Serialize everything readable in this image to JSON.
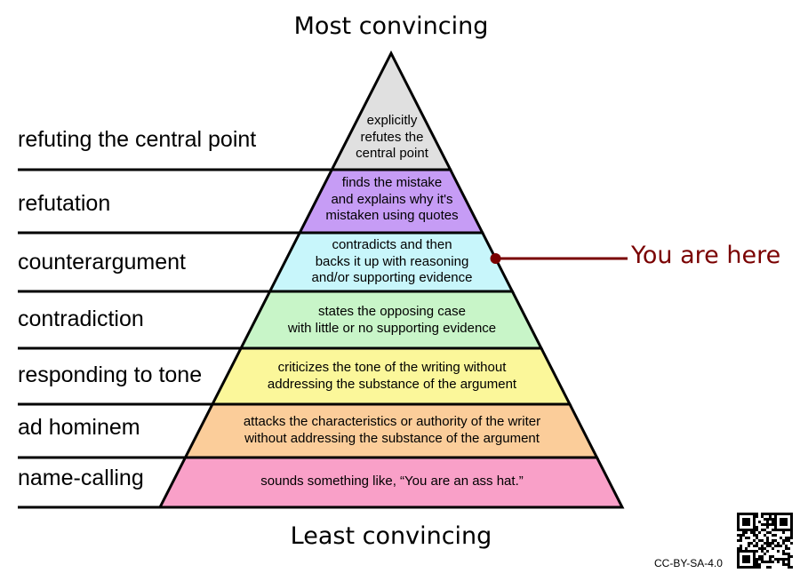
{
  "top_title": "Most convincing",
  "bottom_title": "Least convincing",
  "marker_label": "You are here",
  "license": "CC-BY-SA-4.0",
  "tiers": [
    {
      "label": "refuting the central point",
      "description": "explicitly\nrefutes the\ncentral point",
      "color": "#e0e0e0"
    },
    {
      "label": "refutation",
      "description": "finds the mistake\nand explains why it's\nmistaken using quotes",
      "color": "#c69cf5"
    },
    {
      "label": "counterargument",
      "description": "contradicts and then\nbacks it up with reasoning\nand/or supporting evidence",
      "color": "#c8f6fb"
    },
    {
      "label": "contradiction",
      "description": "states the opposing case\nwith little or no supporting evidence",
      "color": "#c8f5c8"
    },
    {
      "label": "responding to tone",
      "description": "criticizes the tone of the writing without\naddressing the substance of the argument",
      "color": "#fbf79a"
    },
    {
      "label": "ad hominem",
      "description": "attacks the characteristics or authority of the writer\nwithout addressing the substance of the argument",
      "color": "#fbcd9a"
    },
    {
      "label": "name-calling",
      "description": "sounds something like, “You are an ass hat.”",
      "color": "#f9a0c8"
    }
  ],
  "marker_color": "#7a0000",
  "marker_tier_index": 2
}
